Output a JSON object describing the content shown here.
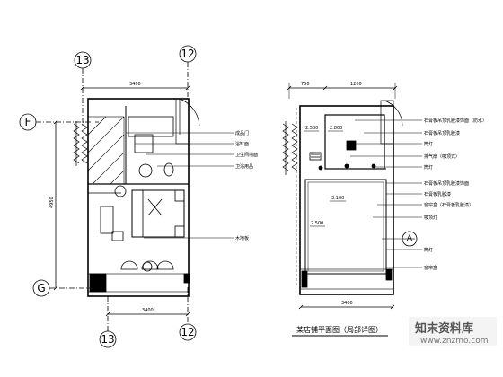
{
  "left_plan": {
    "axis_top_left": "13",
    "axis_top_right": "12",
    "axis_left_top": "F",
    "axis_left_bottom": "G",
    "axis_bottom_left": "13",
    "axis_bottom_right": "12",
    "dim_top": "3400",
    "dim_side": "4950",
    "dim_bottom": "3400",
    "notes": [
      "成品门",
      "浴缸面",
      "卫生间墙面",
      "卫浴用品",
      "木地板"
    ]
  },
  "right_plan": {
    "axis_right": "A",
    "dim_top_left": "750",
    "dim_top_right": "1200",
    "dim_bottom": "3400",
    "level_top_left": "2.500",
    "level_top_mid": "2.800",
    "level_main": "3.100",
    "level_main_left": "2.500",
    "notes": [
      "石膏板吊顶乳胶漆饰面（防水）",
      "石膏板吊顶乳胶漆",
      "筒灯",
      "排气扇（吸顶式）",
      "筒灯",
      "石膏板吊顶乳胶漆饰面",
      "石膏板乳胶漆",
      "窗帘盒（石膏板乳胶漆）",
      "吸顶灯",
      "筒灯",
      "窗帘盒"
    ]
  },
  "title": "某店铺平面图（局部详图）",
  "watermark": {
    "text": "知末资料库",
    "url": "www.znzmo.com"
  }
}
